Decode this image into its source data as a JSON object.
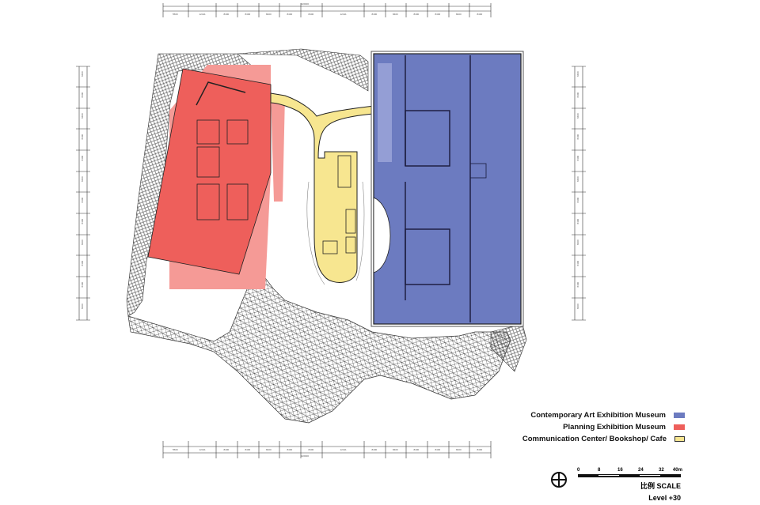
{
  "legend": [
    {
      "label": "Contemporary Art Exhibition Museum",
      "color": "#6c7bc0"
    },
    {
      "label": "Planning Exhibition Museum",
      "color": "#ee5f5b"
    },
    {
      "label": "Communication Center/ Bookshop/ Cafe",
      "color": "#f7e690"
    }
  ],
  "scale": {
    "ticks": [
      "0",
      "8",
      "16",
      "24",
      "32",
      "40m"
    ],
    "label": "比例  SCALE"
  },
  "level": "Level +30",
  "dimensions": {
    "total": "126000",
    "segment": "8400",
    "segment_alt": "12411",
    "segment_end": "5500"
  },
  "colors": {
    "art_museum": "#6c7bc0",
    "planning_museum": "#ee5f5b",
    "planning_light": "#f59a96",
    "cafe": "#f7e690"
  }
}
